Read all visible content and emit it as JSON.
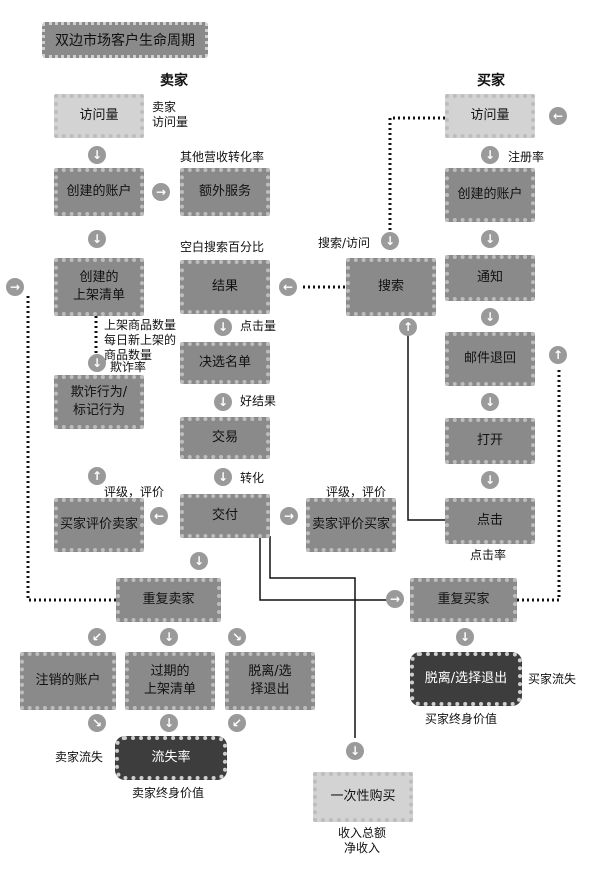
{
  "title": "双边市场客户生命周期",
  "headers": {
    "seller": "卖家",
    "buyer": "买家"
  },
  "boxes": {
    "seller_visits": "访问量",
    "seller_accounts": "创建的账户",
    "extra_services": "额外服务",
    "seller_listings": "创建的\n上架清单",
    "results": "结果",
    "search": "搜索",
    "shortlist": "决选名单",
    "fraud": "欺诈行为/\n标记行为",
    "transaction": "交易",
    "buyer_rates_seller": "买家评价卖家",
    "delivery": "交付",
    "seller_rates_buyer": "卖家评价买家",
    "repeat_seller": "重复卖家",
    "repeat_buyer": "重复买家",
    "cancelled_account": "注销的账户",
    "expired_listing": "过期的\n上架清单",
    "seller_leave": "脱离/选\n择退出",
    "churn_rate": "流失率",
    "buyer_leave": "脱离/选择退出",
    "one_time": "一次性购买",
    "buyer_visits": "访问量",
    "buyer_accounts": "创建的账户",
    "notify": "通知",
    "bounce": "邮件退回",
    "open": "打开",
    "click": "点击"
  },
  "labels": {
    "seller_visits_lbl": "卖家\n访问量",
    "other_rev": "其他营收转化率",
    "blank_search": "空白搜索百分比",
    "search_visit": "搜索/访问",
    "register_rate": "注册率",
    "listing_counts": "上架商品数量\n每日新上架的\n商品数量",
    "fraud_rate": "欺诈率",
    "click_count": "点击量",
    "good_results": "好结果",
    "conversion": "转化",
    "rating_left": "评级，评价",
    "rating_right": "评级，评价",
    "ctr": "点击率",
    "buyer_churn": "买家流失",
    "buyer_ltv": "买家终身价值",
    "seller_churn": "卖家流失",
    "seller_ltv": "卖家终身价值",
    "revenue": "收入总额\n净收入"
  },
  "icons": {
    "down": "↓",
    "right": "→",
    "left": "←",
    "up": "↑",
    "downleft": "↙",
    "downright": "↘"
  }
}
